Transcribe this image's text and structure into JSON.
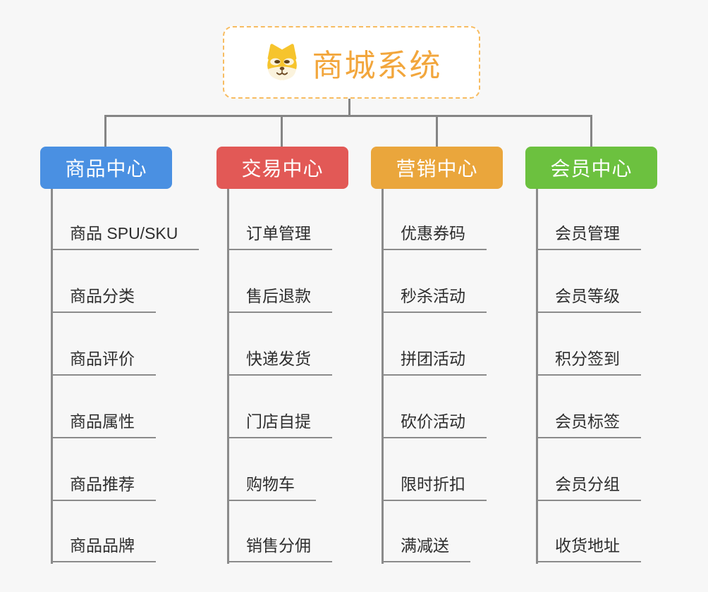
{
  "root": {
    "title": "商城系统",
    "icon": "shiba-dog-icon",
    "title_color": "#f2a63c",
    "border_color": "#f7bc61"
  },
  "connector_color": "#858585",
  "background_color": "#f7f7f7",
  "branches": [
    {
      "label": "商品中心",
      "color": "#4a90e2",
      "items": [
        "商品 SPU/SKU",
        "商品分类",
        "商品评价",
        "商品属性",
        "商品推荐",
        "商品品牌"
      ]
    },
    {
      "label": "交易中心",
      "color": "#e25956",
      "items": [
        "订单管理",
        "售后退款",
        "快递发货",
        "门店自提",
        "购物车",
        "销售分佣"
      ]
    },
    {
      "label": "营销中心",
      "color": "#eaa63c",
      "items": [
        "优惠券码",
        "秒杀活动",
        "拼团活动",
        "砍价活动",
        "限时折扣",
        "满减送"
      ]
    },
    {
      "label": "会员中心",
      "color": "#6cc13f",
      "items": [
        "会员管理",
        "会员等级",
        "积分签到",
        "会员标签",
        "会员分组",
        "收货地址"
      ]
    }
  ]
}
